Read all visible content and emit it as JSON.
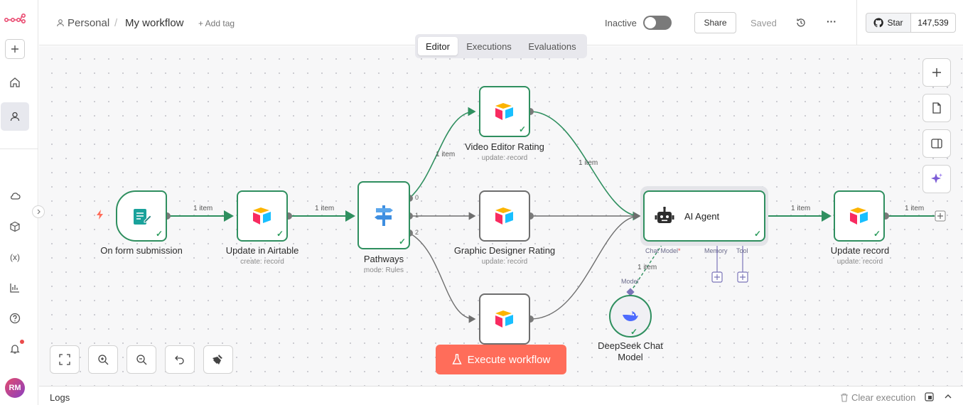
{
  "header": {
    "project": "Personal",
    "separator": "/",
    "workflow_name": "My workflow",
    "add_tag": "+ Add tag",
    "status_label": "Inactive",
    "share_label": "Share",
    "saved_label": "Saved",
    "more_label": "···"
  },
  "github": {
    "star_label": "Star",
    "star_count": "147,539"
  },
  "tabs": [
    {
      "label": "Editor",
      "active": true
    },
    {
      "label": "Executions",
      "active": false
    },
    {
      "label": "Evaluations",
      "active": false
    }
  ],
  "nodes": {
    "form_trigger": {
      "title": "On form submission"
    },
    "update_airtable": {
      "title": "Update in Airtable",
      "subtitle": "create: record"
    },
    "pathways": {
      "title": "Pathways",
      "subtitle": "mode: Rules"
    },
    "video_editor": {
      "title": "Video Editor Rating",
      "subtitle": "update: record"
    },
    "graphic_designer": {
      "title": "Graphic Designer Rating",
      "subtitle": "update: record"
    },
    "ai_agent": {
      "title": "AI Agent"
    },
    "update_record": {
      "title": "Update record",
      "subtitle": "update: record"
    },
    "deepseek": {
      "title_line1": "DeepSeek Chat",
      "title_line2": "Model"
    }
  },
  "edge_labels": {
    "e1": "1 item",
    "e2": "1 item",
    "e3": "1 item",
    "e4": "1 item",
    "e5": "1 item",
    "e6": "1 item",
    "e7": "1 item"
  },
  "pathway_outputs": [
    "0",
    "1",
    "2"
  ],
  "agent_ports": {
    "chat_model": "Chat Model",
    "required_mark": "*",
    "memory": "Memory",
    "tool": "Tool"
  },
  "model_label": "Model",
  "model_edge": "1 item",
  "execute_label": "Execute workflow",
  "logs": {
    "title": "Logs",
    "clear": "Clear execution"
  },
  "avatar_initials": "RM",
  "colors": {
    "success": "#2f8f5f",
    "accent": "#ff6d5a",
    "inactive_edge": "#7a7a7a",
    "ai_port": "#7a74b8"
  },
  "icons": {
    "logo": "n8n-logo-icon",
    "airtable": "airtable-icon",
    "ai_agent": "robot-icon",
    "deepseek": "whale-icon",
    "form": "form-icon",
    "pathways": "signpost-icon"
  }
}
